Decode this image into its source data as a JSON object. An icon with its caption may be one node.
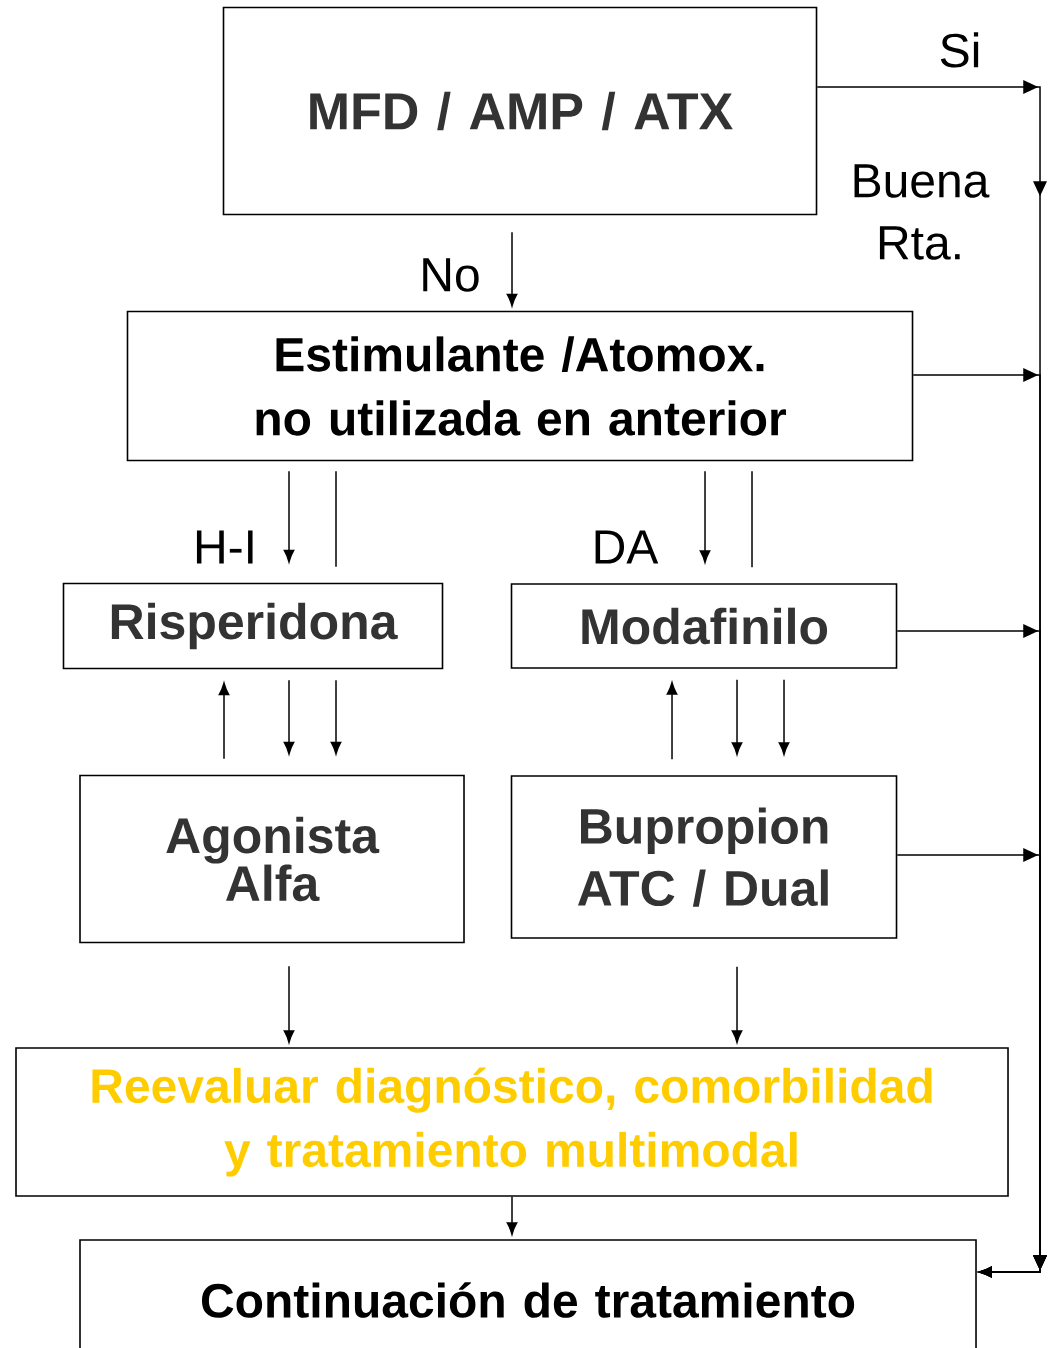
{
  "diagram": {
    "nodes": [
      {
        "text": [
          "MFD / AMP / ATX"
        ]
      },
      {
        "text": [
          "Estimulante /Atomox. no utilizada en anterior"
        ]
      },
      {
        "text": [
          "Risperidona"
        ]
      },
      {
        "text": [
          "Modafinilo"
        ]
      },
      {
        "text": [
          "Agonista Alfa"
        ]
      },
      {
        "text": [
          "Bupropion ATC / Dual"
        ]
      },
      {
        "text": [
          "Reevaluar diagnóstico, comorbilidad y tratamiento multimodal"
        ]
      },
      {
        "text": [
          "Continuación de tratamiento"
        ]
      }
    ],
    "edges": [
      {
        "from": 0,
        "to": 1,
        "arrow": "to",
        "label": "No"
      },
      {
        "from": 1,
        "to": 2,
        "arrow": "to",
        "label": "H-I"
      },
      {
        "from": 1,
        "to": 2,
        "arrow": "none"
      },
      {
        "from": 1,
        "to": 3,
        "arrow": "to",
        "label": "DA"
      },
      {
        "from": 1,
        "to": 3,
        "arrow": "none"
      },
      {
        "from": 4,
        "to": 2,
        "arrow": "to"
      },
      {
        "from": 2,
        "to": 4,
        "arrow": "to"
      },
      {
        "from": 2,
        "to": 4,
        "arrow": "to"
      },
      {
        "from": 5,
        "to": 3,
        "arrow": "to"
      },
      {
        "from": 3,
        "to": 5,
        "arrow": "to"
      },
      {
        "from": 3,
        "to": 5,
        "arrow": "to"
      },
      {
        "from": 4,
        "to": 6,
        "arrow": "to"
      },
      {
        "from": 5,
        "to": 6,
        "arrow": "to"
      },
      {
        "from": 6,
        "to": 7,
        "arrow": "to"
      },
      {
        "from": 0,
        "to": 7,
        "arrow": "to",
        "label": "Si"
      },
      {
        "from": 1,
        "to": 7,
        "arrow": "to"
      },
      {
        "from": 3,
        "to": 7,
        "arrow": "to"
      },
      {
        "from": 5,
        "to": 7,
        "arrow": "to"
      }
    ],
    "labels": [
      "Buena Rta."
    ]
  }
}
